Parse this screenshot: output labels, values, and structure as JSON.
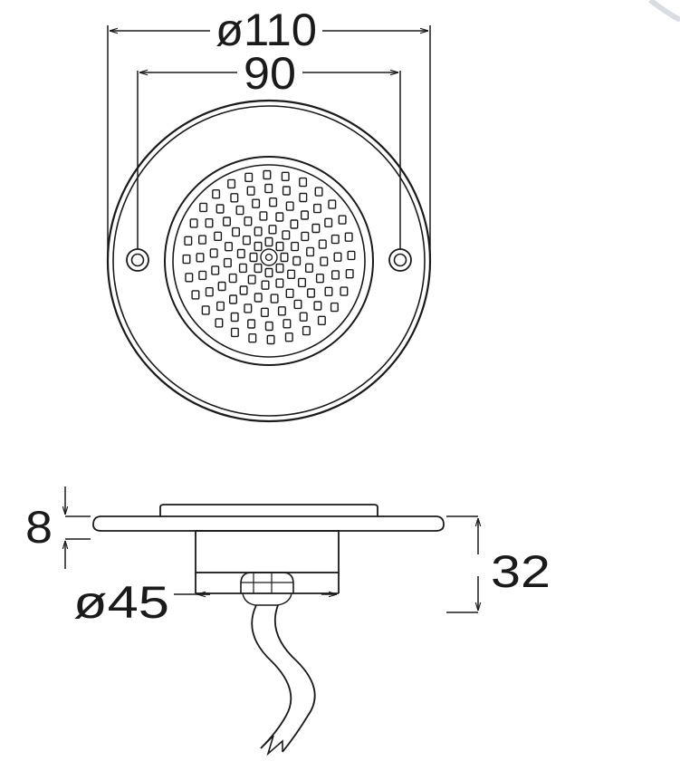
{
  "top_view": {
    "outer_diameter_label": "ø110",
    "hole_spacing_label": "90"
  },
  "side_view": {
    "flange_thickness_label": "8",
    "body_diameter_label": "ø45",
    "total_height_label": "32"
  },
  "colors": {
    "line": "#1a1a1a",
    "background": "#ffffff"
  }
}
